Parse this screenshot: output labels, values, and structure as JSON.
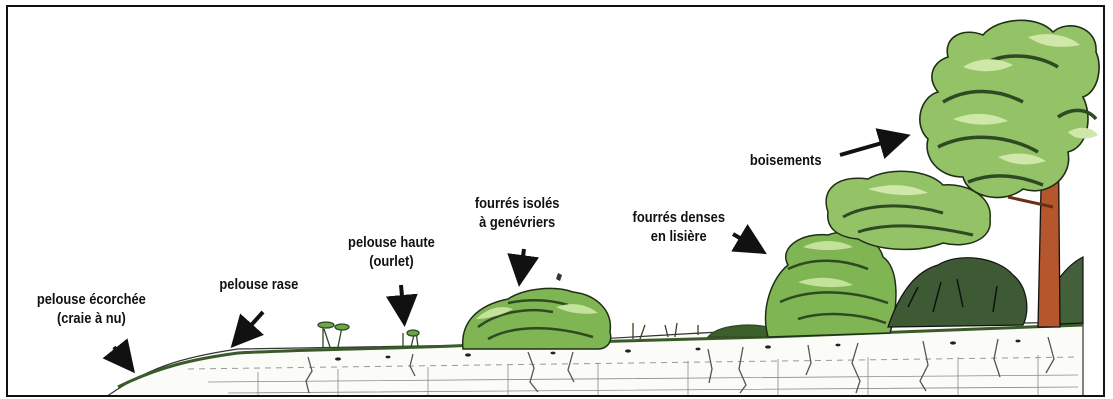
{
  "labels": {
    "pelouse_ecorchee": {
      "line1": "pelouse écorchée",
      "line2": "(craie à nu)"
    },
    "pelouse_rase": {
      "line1": "pelouse rase"
    },
    "pelouse_haute": {
      "line1": "pelouse haute",
      "line2": "(ourlet)"
    },
    "fourres_isoles": {
      "line1": "fourrés isolés",
      "line2": "à genévriers"
    },
    "fourres_denses": {
      "line1": "fourrés denses",
      "line2": "en lisière"
    },
    "boisements": {
      "line1": "boisements"
    }
  },
  "colors": {
    "foliage_light": "#a8cf7a",
    "foliage_mid": "#6ea548",
    "foliage_dark": "#2f4a22",
    "trunk": "#b5562c",
    "ink": "#111111"
  }
}
